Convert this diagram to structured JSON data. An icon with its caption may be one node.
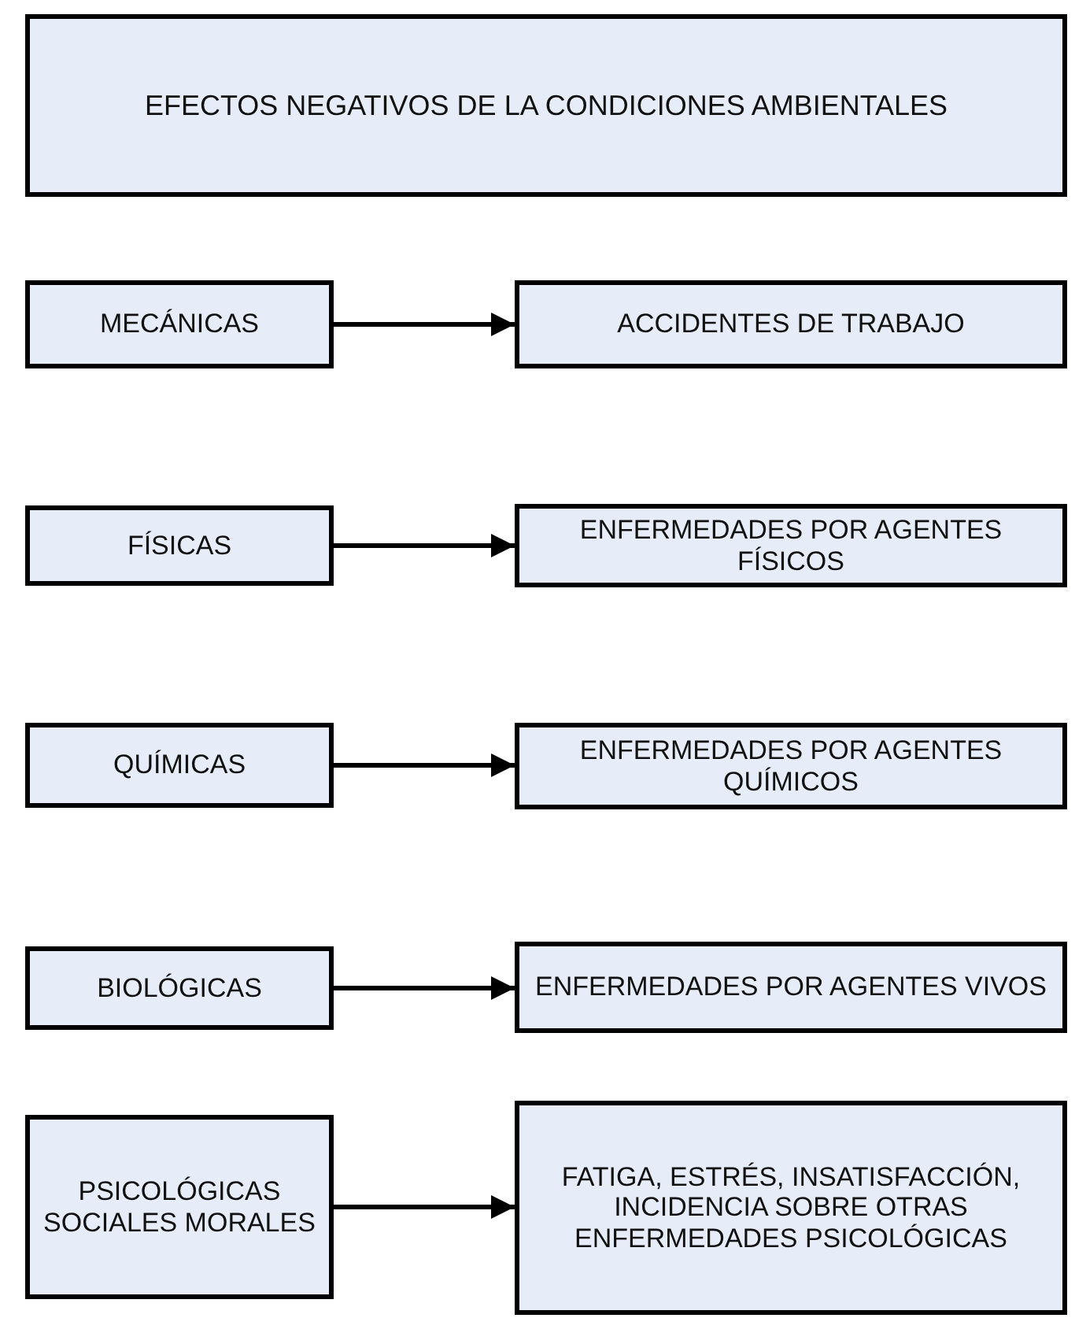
{
  "diagram": {
    "nodes": [
      {
        "text": [
          "EFECTOS NEGATIVOS DE LA CONDICIONES AMBIENTALES"
        ]
      },
      {
        "text": [
          "MECÁNICAS"
        ]
      },
      {
        "text": [
          "ACCIDENTES DE TRABAJO"
        ]
      },
      {
        "text": [
          "FÍSICAS"
        ]
      },
      {
        "text": [
          "ENFERMEDADES POR AGENTES FÍSICOS"
        ]
      },
      {
        "text": [
          "QUÍMICAS"
        ]
      },
      {
        "text": [
          "ENFERMEDADES POR AGENTES QUÍMICOS"
        ]
      },
      {
        "text": [
          "BIOLÓGICAS"
        ]
      },
      {
        "text": [
          "ENFERMEDADES POR AGENTES VIVOS"
        ]
      },
      {
        "text": [
          "PSICOLÓGICAS SOCIALES MORALES"
        ]
      },
      {
        "text": [
          "FATIGA, ESTRÉS, INSATISFACCIÓN, INCIDENCIA SOBRE OTRAS ENFERMEDADES PSICOLÓGICAS"
        ]
      }
    ],
    "edges": [
      {
        "from": 1,
        "to": 2,
        "arrow": "to"
      },
      {
        "from": 3,
        "to": 4,
        "arrow": "to"
      },
      {
        "from": 5,
        "to": 6,
        "arrow": "to"
      },
      {
        "from": 7,
        "to": 8,
        "arrow": "to"
      },
      {
        "from": 9,
        "to": 10,
        "arrow": "to"
      }
    ]
  }
}
